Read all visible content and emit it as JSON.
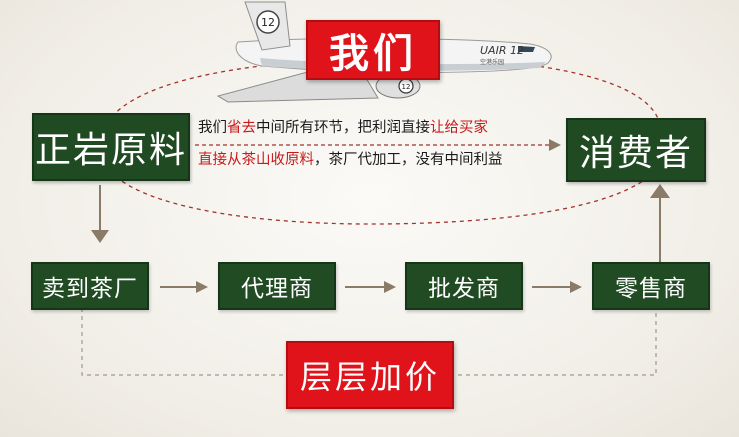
{
  "title": "我们",
  "source_box": "正岩原料",
  "target_box": "消费者",
  "description": {
    "line1": {
      "before": "我们",
      "red1": "省去",
      "middle": "中间所有环节，把利润直接",
      "red2": "让给买家"
    },
    "line2": {
      "red": "直接从茶山收原料",
      "after": "，茶厂代加工，没有中间利益"
    }
  },
  "chain": [
    "卖到茶厂",
    "代理商",
    "批发商",
    "零售商"
  ],
  "markup_label": "层层加价",
  "airplane": {
    "tail_mark": "12",
    "fuselage_text": "UAIR 12",
    "engine_mark": "12",
    "small_text": "空港乐园"
  },
  "colors": {
    "green": "#1f4a22",
    "red": "#e0131b",
    "arrow": "#8a7a68",
    "text_red": "#c71a1a"
  }
}
